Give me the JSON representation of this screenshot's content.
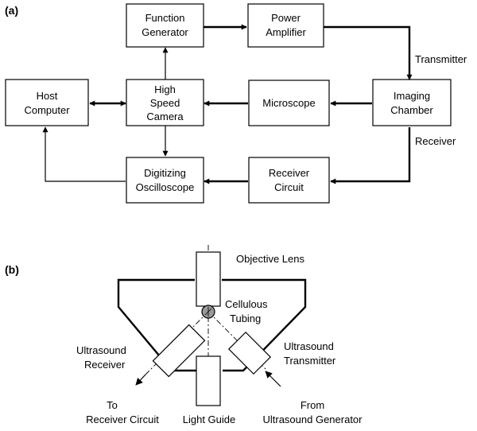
{
  "panel_a": {
    "label": "(a)",
    "boxes": {
      "function_generator": [
        "Function",
        "Generator"
      ],
      "power_amplifier": [
        "Power",
        "Amplifier"
      ],
      "host_computer": [
        "Host",
        "Computer"
      ],
      "high_speed_camera": [
        "High",
        "Speed",
        "Camera"
      ],
      "microscope": [
        "Microscope"
      ],
      "imaging_chamber": [
        "Imaging",
        "Chamber"
      ],
      "digitizing_oscilloscope": [
        "Digitizing",
        "Oscilloscope"
      ],
      "receiver_circuit": [
        "Receiver",
        "Circuit"
      ]
    },
    "edge_labels": {
      "transmitter": "Transmitter",
      "receiver": "Receiver"
    }
  },
  "panel_b": {
    "label": "(b)",
    "labels": {
      "objective_lens": "Objective Lens",
      "cellulous_tubing": [
        "Cellulous",
        "Tubing"
      ],
      "ultrasound_receiver": [
        "Ultrasound",
        "Receiver"
      ],
      "ultrasound_transmitter": [
        "Ultrasound",
        "Transmitter"
      ],
      "to_receiver_circuit": [
        "To",
        "Receiver Circuit"
      ],
      "light_guide": "Light Guide",
      "from_ultrasound_generator": [
        "From",
        "Ultrasound Generator"
      ]
    }
  }
}
